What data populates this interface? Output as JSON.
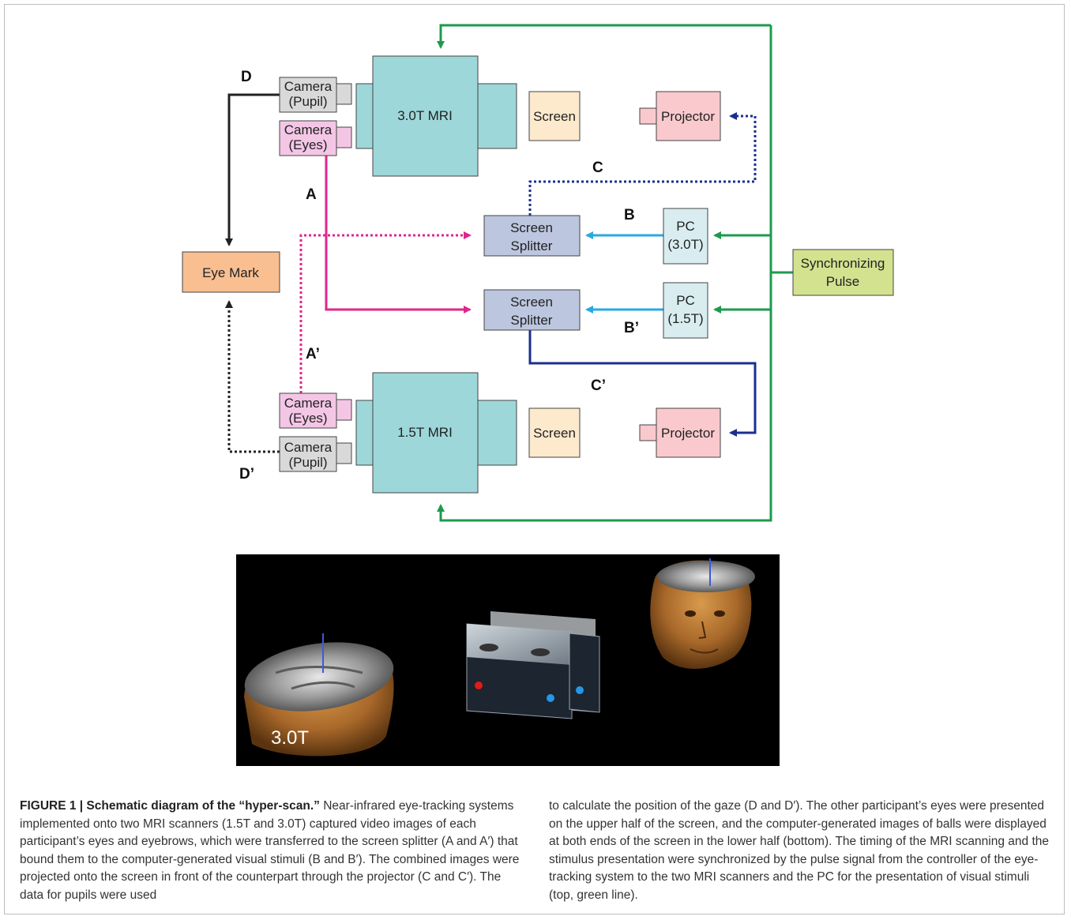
{
  "diagram": {
    "mri_top": "3.0T  MRI",
    "mri_bottom": "1.5T  MRI",
    "camera_pupil_top": [
      "Camera",
      "(Pupil)"
    ],
    "camera_eyes_top": [
      "Camera",
      "(Eyes)"
    ],
    "camera_eyes_bottom": [
      "Camera",
      "(Eyes)"
    ],
    "camera_pupil_bottom": [
      "Camera",
      "(Pupil)"
    ],
    "screen_top": "Screen",
    "screen_bottom": "Screen",
    "projector_top": "Projector",
    "projector_bottom": "Projector",
    "splitter_top": [
      "Screen",
      "Splitter"
    ],
    "splitter_bottom": [
      "Screen",
      "Splitter"
    ],
    "pc_top": [
      "PC",
      "(3.0T)"
    ],
    "pc_bottom": [
      "PC",
      "(1.5T)"
    ],
    "sync_pulse": [
      "Synchronizing",
      "Pulse"
    ],
    "eye_mark": "Eye Mark",
    "labels": {
      "A": "A",
      "A_prime": "A’",
      "B": "B",
      "B_prime": "B’",
      "C": "C",
      "C_prime": "C’",
      "D": "D",
      "D_prime": "D’"
    },
    "colors": {
      "mri": "#9dd7d9",
      "camera_pupil": "#d9d9d9",
      "camera_eyes": "#f4c6e6",
      "screen": "#fde9cc",
      "projector": "#f9c9cd",
      "splitter": "#bcc6df",
      "pc": "#d9edf0",
      "sync": "#d2e28f",
      "eye_mark": "#f9bf91",
      "line_green": "#1e9a4c",
      "line_magenta": "#e0268a",
      "line_cyan": "#29a9e1",
      "line_navy": "#1b2f8f"
    }
  },
  "photo": {
    "label_3t": "3.0T"
  },
  "caption": {
    "bold": "FIGURE 1 | Schematic diagram of the “hyper-scan.”",
    "left_text": " Near-infrared eye-tracking systems implemented onto two MRI scanners (1.5T and 3.0T) captured video images of each participant’s eyes and eyebrows, which were transferred to the screen splitter (A and A′) that bound them to the computer-generated visual stimuli (B and B′). The combined images were projected onto the screen in front of the counterpart through the projector (C and C′). The data for pupils were used",
    "right_text": "to calculate the position of the gaze (D and D′). The other participant’s eyes were presented on the upper half of the screen, and the computer-generated images of balls were displayed at both ends of the screen in the lower half (bottom). The timing of the MRI scanning and the stimulus presentation were synchronized by the pulse signal from the controller of the eye-tracking system to the two MRI scanners and the PC for the presentation of visual stimuli (top, green line)."
  }
}
